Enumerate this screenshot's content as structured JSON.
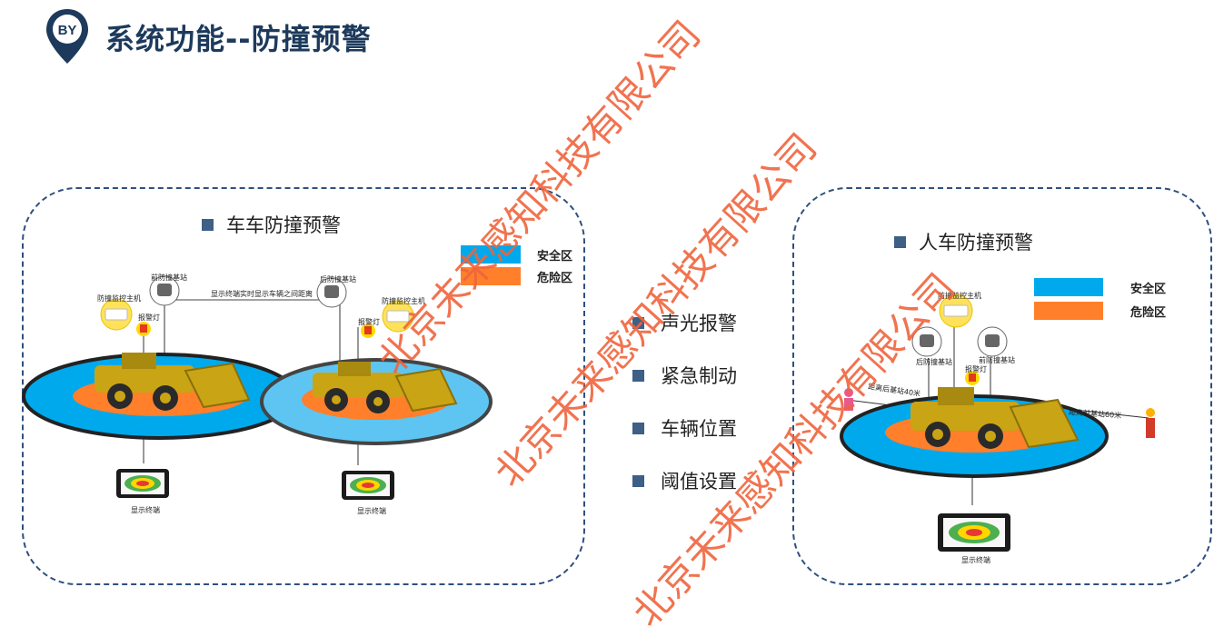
{
  "header": {
    "title": "系统功能--防撞预警",
    "logo_text": "BY"
  },
  "left_panel": {
    "title": "车车防撞预警",
    "legend": [
      {
        "label": "安全区",
        "color": "#00a9ec"
      },
      {
        "label": "危险区",
        "color": "#ff7f2a"
      }
    ],
    "labels": {
      "front_station": "前防撞基站",
      "rear_station": "后防撞基站",
      "distance_note": "显示终端实时显示车辆之间距离",
      "host_left": "防撞监控主机",
      "host_right": "防撞监控主机",
      "alarm_left": "报警灯",
      "alarm_right": "报警灯",
      "display_left": "显示终端",
      "display_right": "显示终端"
    }
  },
  "features": [
    "声光报警",
    "紧急制动",
    "车辆位置",
    "阈值设置"
  ],
  "right_panel": {
    "title": "人车防撞预警",
    "legend": [
      {
        "label": "安全区",
        "color": "#00a9ec"
      },
      {
        "label": "危险区",
        "color": "#ff7f2a"
      }
    ],
    "labels": {
      "host": "防撞监控主机",
      "rear_station": "后防撞基站",
      "front_station": "前防撞基站",
      "alarm": "报警灯",
      "dist_rear": "距离后基站40米",
      "dist_front": "距离前基站60米",
      "display": "显示终端"
    }
  },
  "watermark": "北京未来感知科技有限公司"
}
